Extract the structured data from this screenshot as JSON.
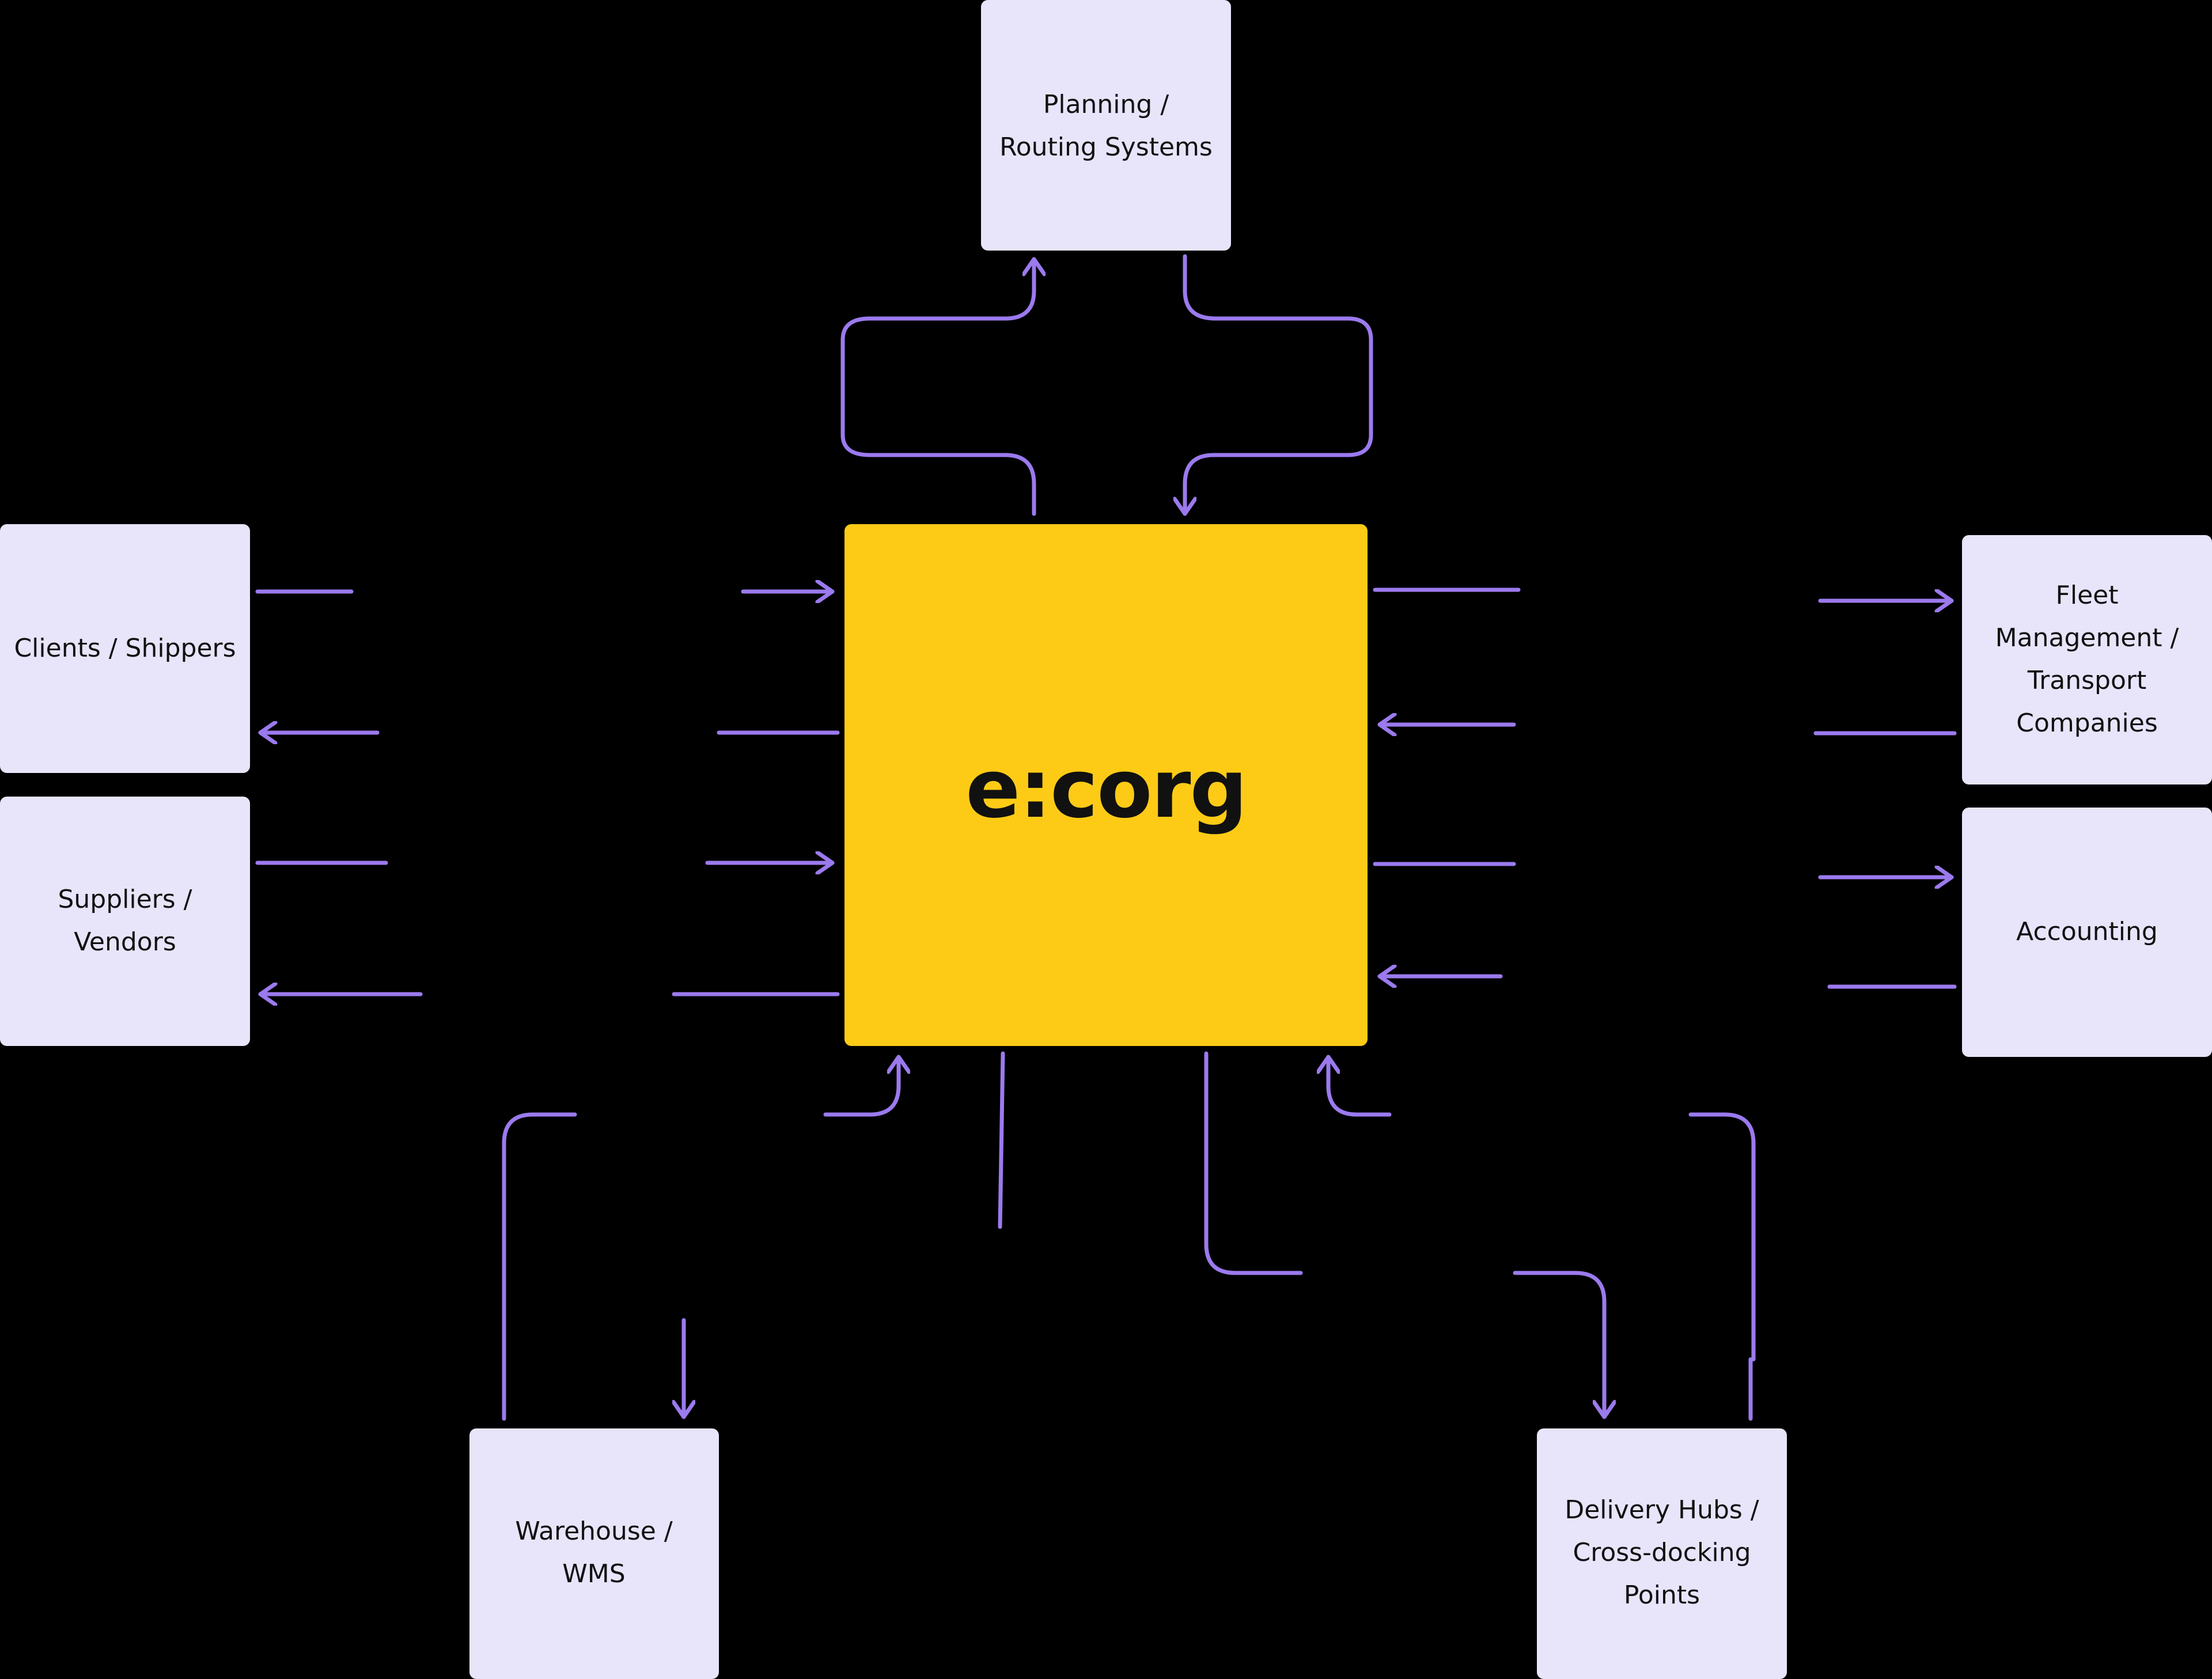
{
  "hub": {
    "label": "e:corg"
  },
  "nodes": {
    "planning": {
      "lines": [
        "Planning /",
        "Routing Systems"
      ]
    },
    "clients": {
      "lines": [
        "Clients / Shippers"
      ]
    },
    "suppliers": {
      "lines": [
        "Suppliers /",
        "Vendors"
      ]
    },
    "fleet": {
      "lines": [
        "Fleet",
        "Management /",
        "Transport",
        "Companies"
      ]
    },
    "accounting": {
      "lines": [
        "Accounting"
      ]
    },
    "warehouse": {
      "lines": [
        "Warehouse /",
        "WMS"
      ]
    },
    "delivery": {
      "lines": [
        "Delivery Hubs /",
        "Cross-docking",
        "Points"
      ]
    }
  },
  "colors": {
    "background": "#000000",
    "hub": "#FDCB16",
    "node": "#E8E4FA",
    "arrow": "#9B7AEE",
    "text": "#111111"
  }
}
